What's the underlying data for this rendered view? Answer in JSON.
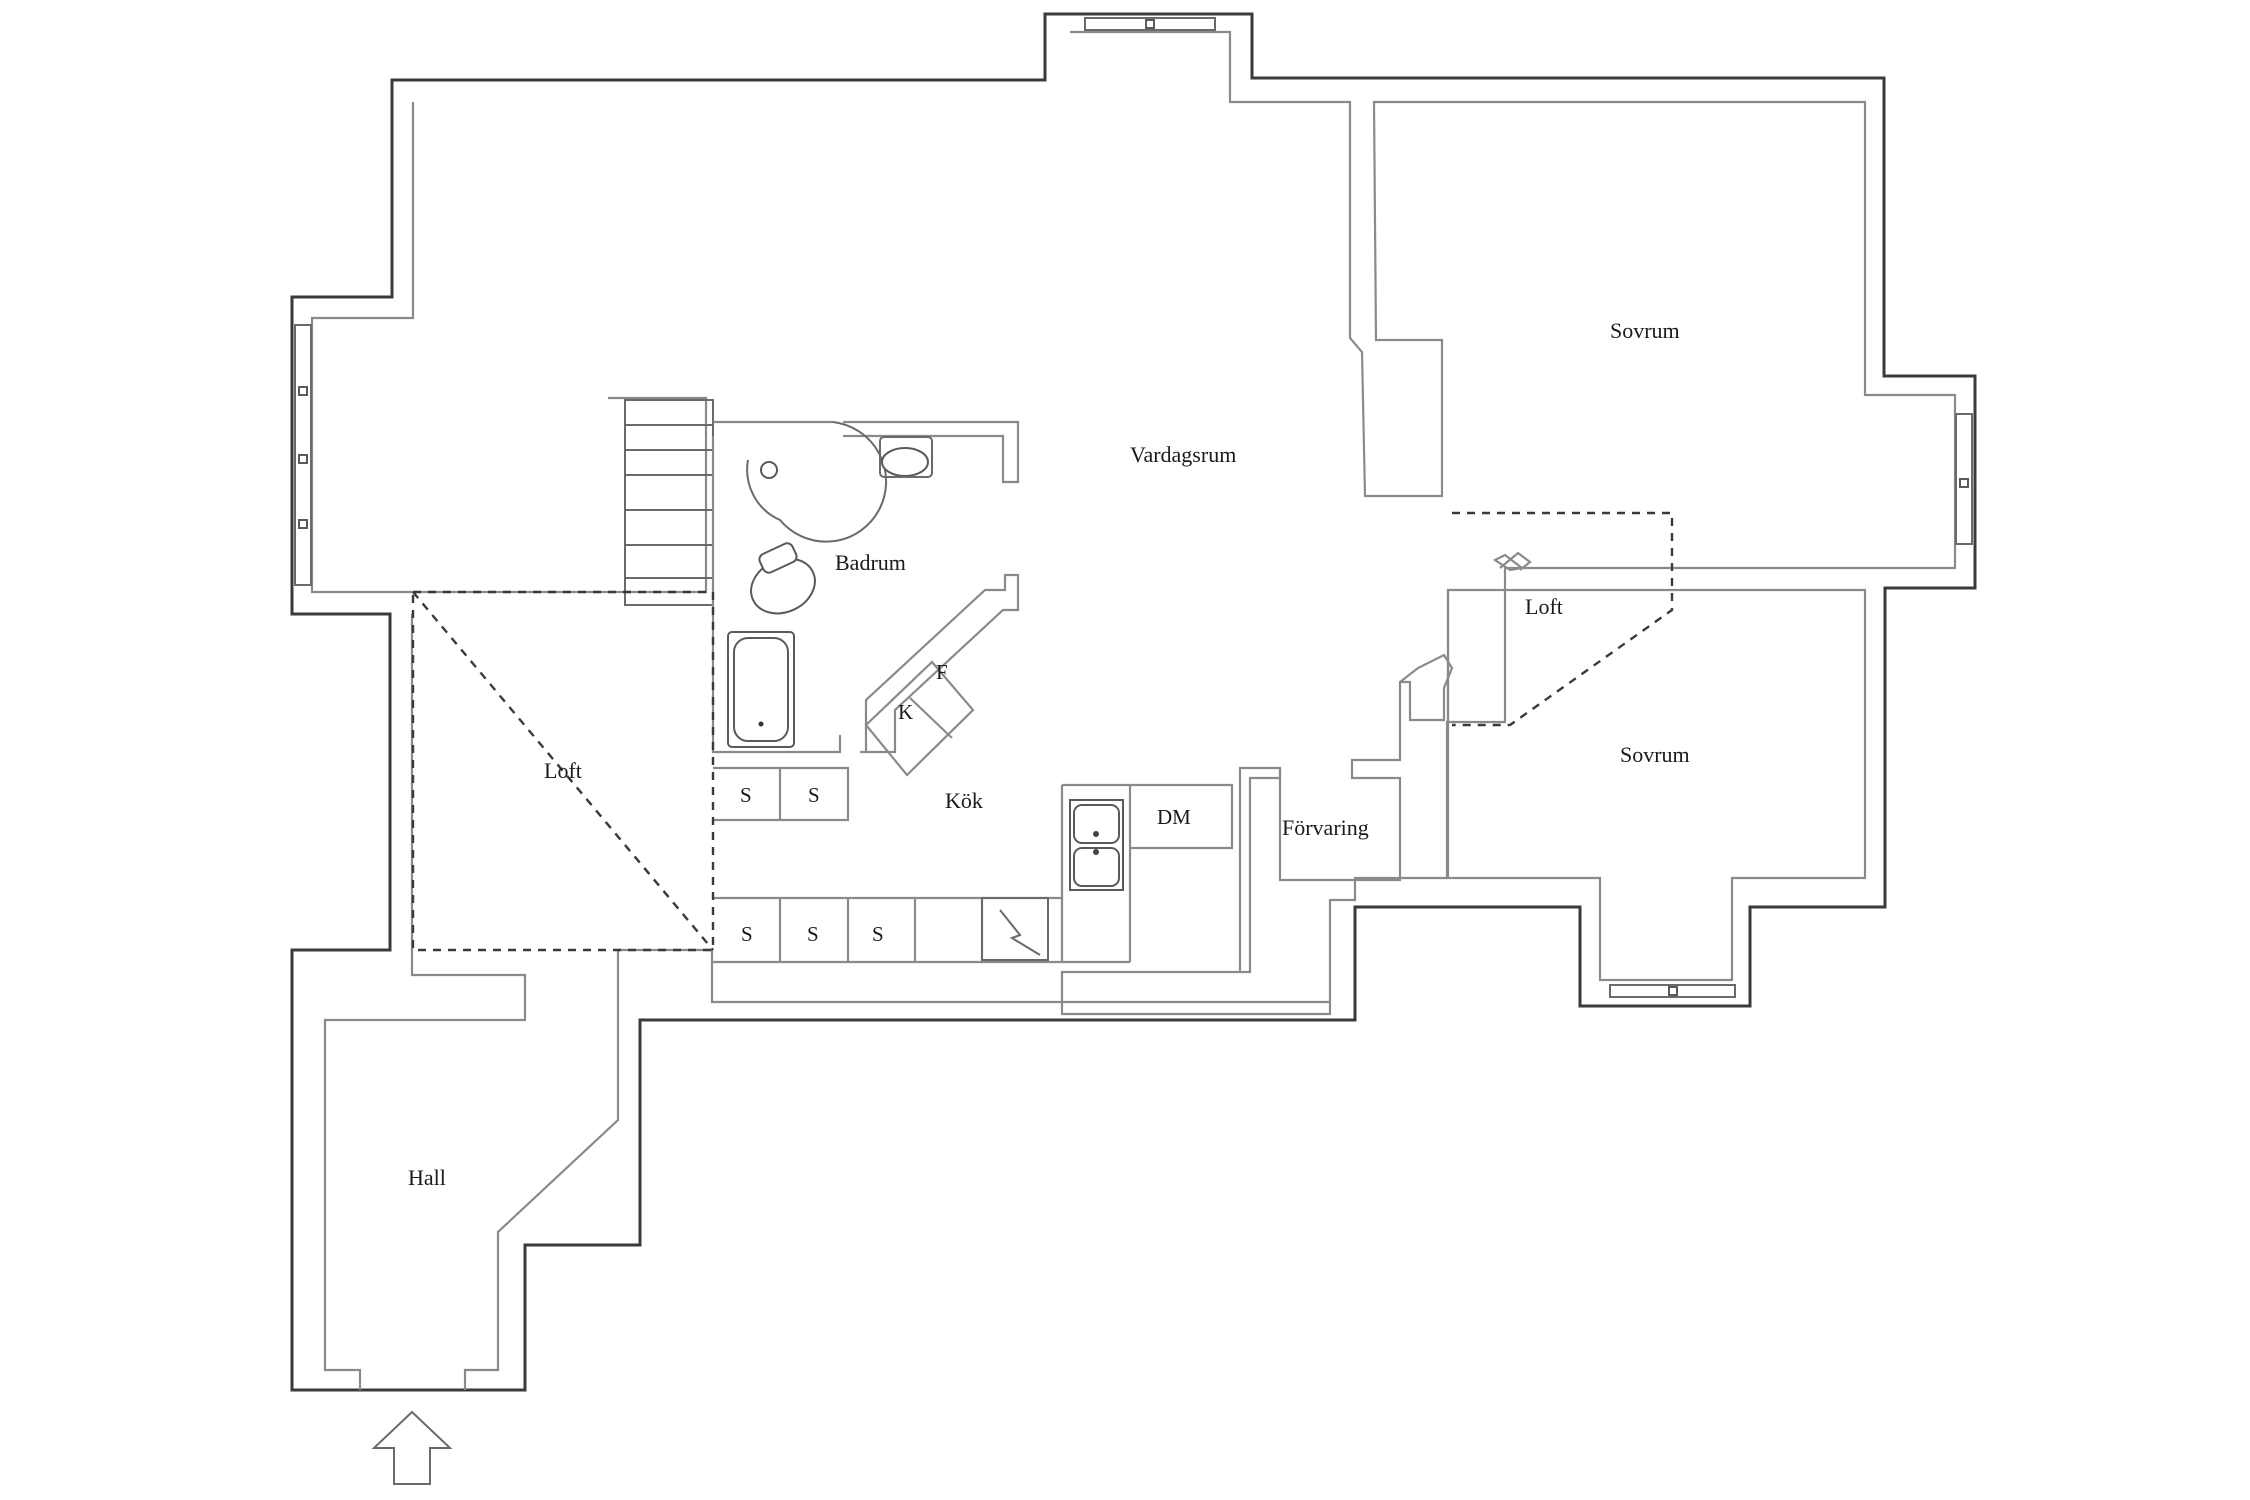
{
  "rooms": {
    "vardagsrum": "Vardagsrum",
    "sovrum_upper": "Sovrum",
    "sovrum_lower": "Sovrum",
    "badrum": "Badrum",
    "kok": "Kök",
    "forvaring": "Förvaring",
    "loft_left": "Loft",
    "loft_right": "Loft",
    "hall": "Hall"
  },
  "fixtures": {
    "cabinet_k": "K",
    "cabinet_f": "F",
    "dishwasher": "DM",
    "storage_s": "S"
  }
}
